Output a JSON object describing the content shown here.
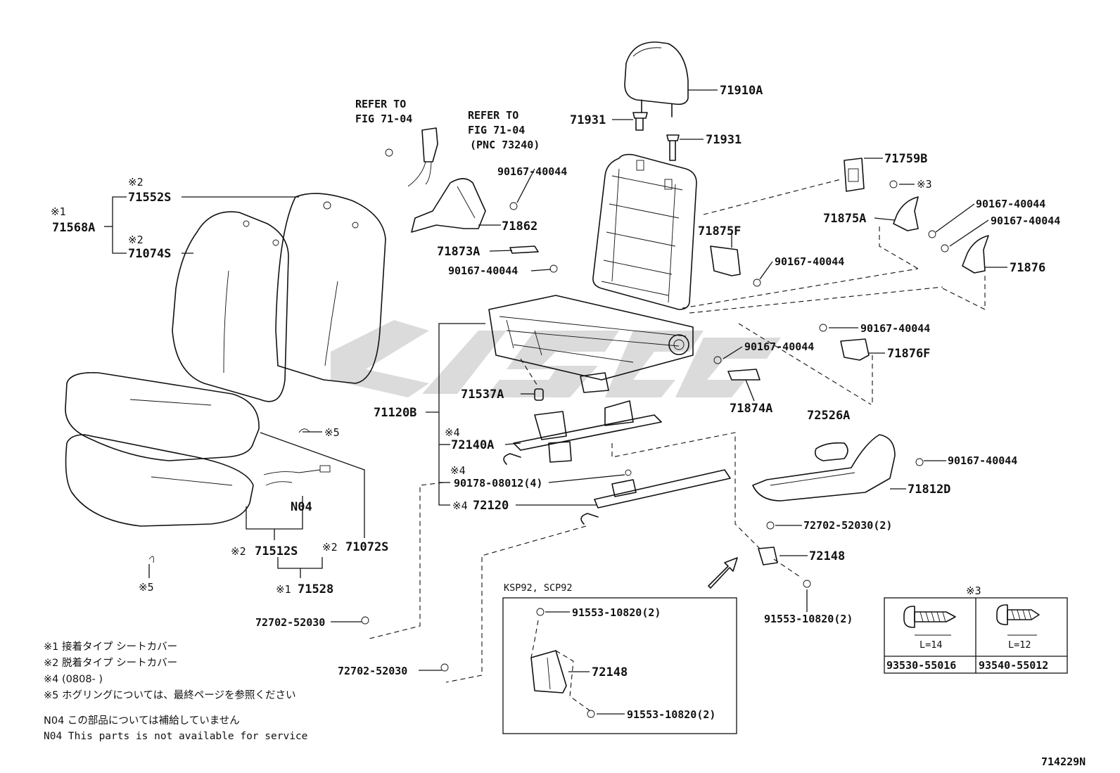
{
  "diagram": {
    "figure_code": "714229N",
    "parts": {
      "p71910A": "71910A",
      "p71931a": "71931",
      "p71931b": "71931",
      "p71759B": "71759B",
      "p71875A": "71875A",
      "p71876": "71876",
      "p71875F": "71875F",
      "p71862": "71862",
      "p71873A": "71873A",
      "p71552S": "71552S",
      "p71568A": "71568A",
      "p71074S": "71074S",
      "p71120B": "71120B",
      "p71537A": "71537A",
      "p72140A": "72140A",
      "p72120": "72120",
      "p90178": "90178-08012(4)",
      "p71876F": "71876F",
      "p71874A": "71874A",
      "p72526A": "72526A",
      "p71812D": "71812D",
      "p72148": "72148",
      "p72148b": "72148",
      "p71512S": "71512S",
      "p71072S": "71072S",
      "p71528": "71528",
      "pN04": "N04",
      "b90167_1": "90167-40044",
      "b90167_2": "90167-40044",
      "b90167_3": "90167-40044",
      "b90167_4": "90167-40044",
      "b90167_5": "90167-40044",
      "b90167_6": "90167-40044",
      "b90167_7": "90167-40044",
      "b90167_8": "90167-40044",
      "b72702_1": "72702-52030",
      "b72702_2": "72702-52030",
      "b72702_3": "72702-52030(2)",
      "b91553_1": "91553-10820(2)",
      "b91553_2": "91553-10820(2)",
      "b91553_3": "91553-10820(2)"
    },
    "marks": {
      "m1a": "※1",
      "m1b": "※1",
      "m2a": "※2",
      "m2b": "※2",
      "m2c": "※2",
      "m2d": "※2",
      "m3": "※3",
      "m3box": "※3",
      "m4a": "※4",
      "m4b": "※4",
      "m4c": "※4",
      "m5a": "※5",
      "m5b": "※5"
    },
    "refer1": [
      "REFER TO",
      "FIG 71-04"
    ],
    "refer2": [
      "REFER TO",
      "FIG 71-04",
      "(PNC 73240)"
    ],
    "variant_box": {
      "title": "KSP92, SCP92"
    },
    "screw_table": {
      "left_len": "L=14",
      "right_len": "L=12",
      "left_part": "93530-55016",
      "right_part": "93540-55012"
    },
    "notes": [
      "※1 接着タイプ シートカバー",
      "※2 脱着タイプ シートカバー",
      "※4 (0808-       )",
      "※5 ホグリングについては、最終ページを参照ください",
      "N04 この部品については補給していません",
      "N04 This parts is not available for service"
    ]
  }
}
